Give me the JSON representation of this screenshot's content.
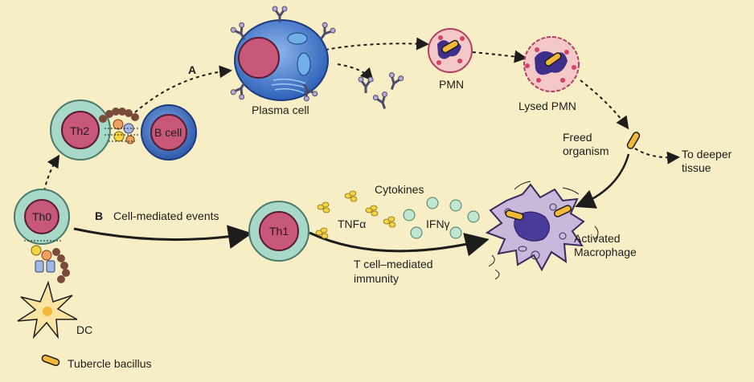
{
  "labels": {
    "a": "A",
    "b": "B",
    "plasma_cell": "Plasma cell",
    "pmn": "PMN",
    "lysed_pmn": "Lysed PMN",
    "freed_organism_1": "Freed",
    "freed_organism_2": "organism",
    "deeper_1": "To deeper",
    "deeper_2": "tissue",
    "th2": "Th2",
    "bcell": "B cell",
    "th0": "Th0",
    "th1": "Th1",
    "cell_mediated": "Cell-mediated events",
    "cytokines": "Cytokines",
    "tnf": "TNFα",
    "ifn": "IFNγ",
    "tcell_immunity_1": "T cell–mediated",
    "tcell_immunity_2": "immunity",
    "activated_1": "Activated",
    "activated_2": "Macrophage",
    "dc": "DC",
    "tubercle": "Tubercle bacillus"
  },
  "colors": {
    "background": "#f8eec6",
    "t_cell_outer": "#a8d8c8",
    "t_cell_inner": "#c8587a",
    "b_cell_outer": "#3f6fc0",
    "b_cell_inner": "#c8587a",
    "plasma_cell": "#4a82d0",
    "pmn_fill": "#f5c8c8",
    "pmn_nucleus": "#3e2f8a",
    "bacillus": "#f2b838",
    "macrophage": "#c8b8dc",
    "cytokine_yellow": "#f5d443",
    "cytokine_green": "#bfe6d0",
    "dc_fill": "#fbe3a2"
  }
}
